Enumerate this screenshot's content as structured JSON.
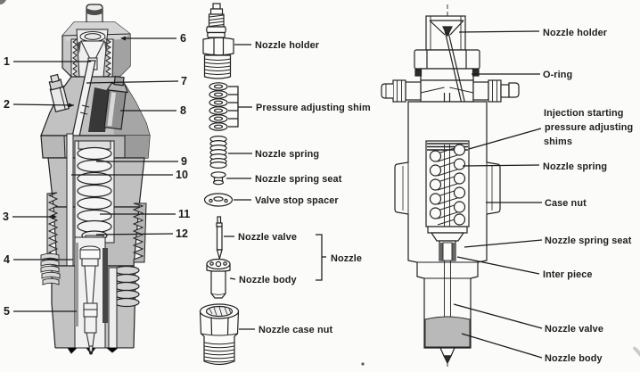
{
  "figure": {
    "left_panel": {
      "callouts": [
        "1",
        "2",
        "3",
        "4",
        "5",
        "6",
        "7",
        "8",
        "9",
        "10",
        "11",
        "12"
      ]
    },
    "exploded_panel": {
      "labels": {
        "nozzle_holder": "Nozzle holder",
        "pressure_adjusting_shim": "Pressure adjusting shim",
        "nozzle_spring": "Nozzle spring",
        "nozzle_spring_seat": "Nozzle spring seat",
        "valve_stop_spacer": "Valve stop spacer",
        "nozzle_valve": "Nozzle valve",
        "nozzle_body": "Nozzle body",
        "nozzle_group": "Nozzle",
        "nozzle_case_nut": "Nozzle case nut"
      }
    },
    "section_panel": {
      "labels": {
        "nozzle_holder": "Nozzle holder",
        "o_ring": "O-ring",
        "shims_line1": "Injection starting",
        "shims_line2": "pressure adjusting",
        "shims_line3": "shims",
        "nozzle_spring": "Nozzle spring",
        "case_nut": "Case nut",
        "nozzle_spring_seat": "Nozzle spring seat",
        "inter_piece": "Inter piece",
        "nozzle_valve": "Nozzle valve",
        "nozzle_body": "Nozzle body"
      }
    },
    "colors": {
      "line": "#1a1a1a",
      "body_gray": "#c4c4c4",
      "facet_gray": "#a2a2a2",
      "dark_shadow": "#3a3a3a",
      "white_part": "#f2f2f2",
      "background": "#fbfbfa"
    }
  }
}
